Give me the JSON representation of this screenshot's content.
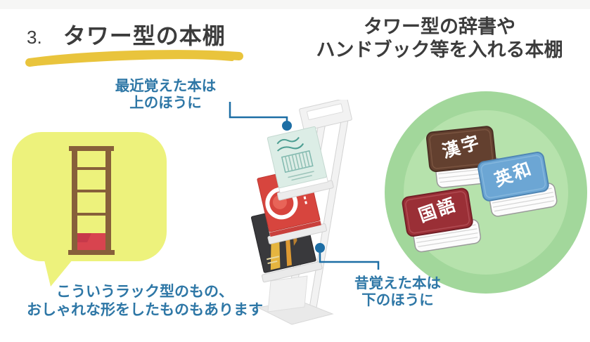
{
  "slide": {
    "number": "3.",
    "title": "タワー型の本棚",
    "heading_line1": "タワー型の辞書や",
    "heading_line2": "ハンドブック等を入れる本棚"
  },
  "notes": {
    "top_line1": "最近覚えた本は",
    "top_line2": "上のほうに",
    "bottom_right_line1": "昔覚えた本は",
    "bottom_right_line2": "下のほうに",
    "bottom_left_line1": "こういうラック型のもの、",
    "bottom_left_line2": "おしゃれな形をしたものもあります"
  },
  "dictionaries": {
    "kanji": "漢字",
    "english_japanese": "英和",
    "japanese": "国語"
  },
  "colors": {
    "accent_blue_text": "#2e77a6",
    "connector_blue": "#1d6ea5",
    "highlight_yellow": "#e9c43c",
    "bubble_yellow_green": "#edf27c",
    "circle_green_outer": "#a2d79b",
    "circle_green_inner": "#b6e2ac",
    "title_gray": "#3c3c3c",
    "book_kanji_cover": "#63402f",
    "book_eiwa_cover": "#6ca6d4",
    "book_kokugo_cover": "#9a2f36",
    "shelf_brown": "#87603a",
    "shelf_drawer_red": "#d8444f"
  }
}
